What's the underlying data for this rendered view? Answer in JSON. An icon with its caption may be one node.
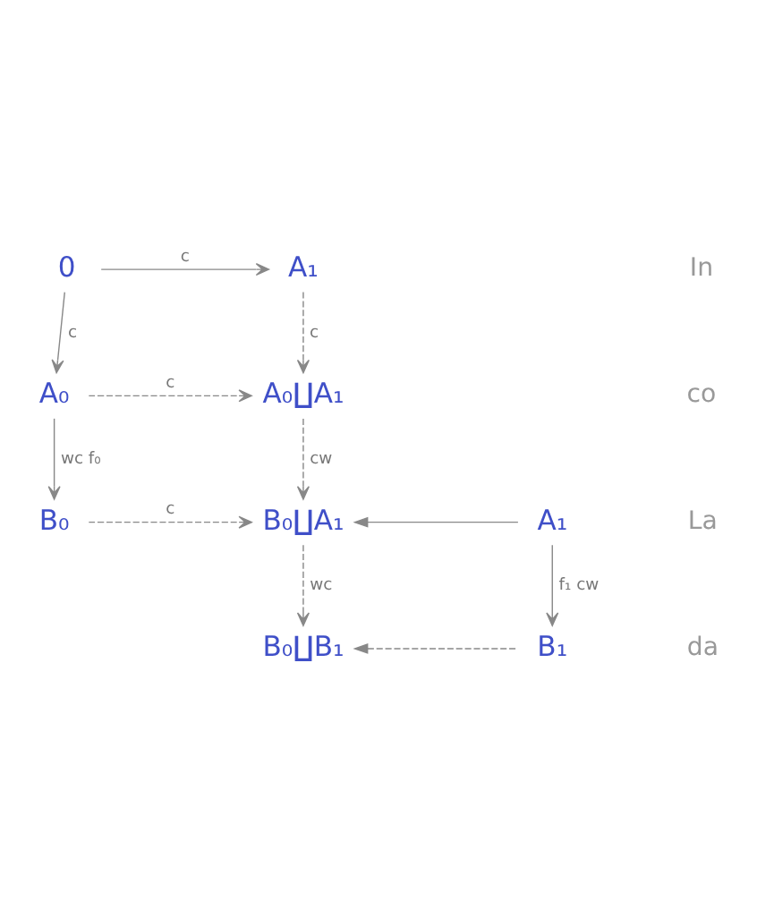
{
  "diagram": {
    "nodes": [
      {
        "text": [
          "0"
        ]
      },
      {
        "text": [
          "A₁"
        ]
      },
      {
        "text": [
          "A₀"
        ]
      },
      {
        "text": [
          "A₀∐A₁"
        ]
      },
      {
        "text": [
          "B₀"
        ]
      },
      {
        "text": [
          "B₀∐A₁"
        ]
      },
      {
        "text": [
          "A₁"
        ]
      },
      {
        "text": [
          "B₀∐B₁"
        ]
      },
      {
        "text": [
          "B₁"
        ]
      }
    ],
    "edges": [
      {
        "from": 0,
        "to": 1,
        "arrow": "to",
        "label": "c"
      },
      {
        "from": 0,
        "to": 2,
        "arrow": "to",
        "label": "c"
      },
      {
        "from": 1,
        "to": 3,
        "arrow": "to",
        "label": "c",
        "style": "dashed"
      },
      {
        "from": 2,
        "to": 3,
        "arrow": "to",
        "label": "c",
        "style": "dashed"
      },
      {
        "from": 2,
        "to": 4,
        "arrow": "to",
        "label": "wc f₀"
      },
      {
        "from": 3,
        "to": 5,
        "arrow": "to",
        "label": "cw",
        "style": "dashed"
      },
      {
        "from": 4,
        "to": 5,
        "arrow": "to",
        "label": "c",
        "style": "dashed"
      },
      {
        "from": 6,
        "to": 5,
        "arrow": "to"
      },
      {
        "from": 6,
        "to": 8,
        "arrow": "to",
        "label": "f₁ cw"
      },
      {
        "from": 5,
        "to": 7,
        "arrow": "to",
        "label": "wc",
        "style": "dashed"
      },
      {
        "from": 8,
        "to": 7,
        "arrow": "to",
        "style": "dashed"
      }
    ],
    "labels": [
      "In",
      "co",
      "La",
      "da"
    ]
  }
}
